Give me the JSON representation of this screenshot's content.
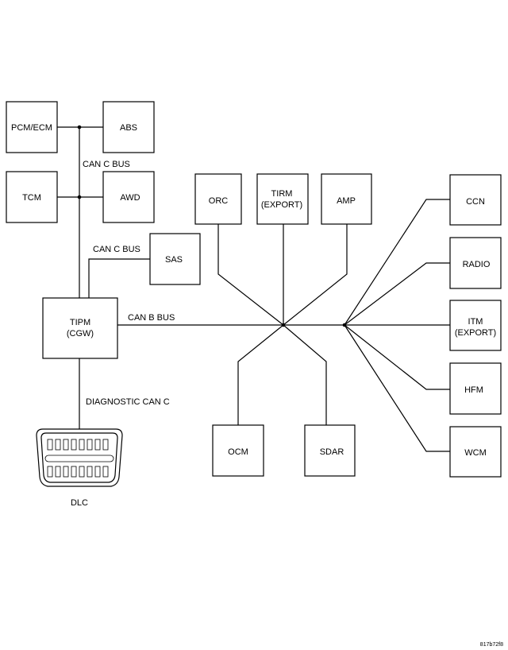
{
  "modules": {
    "pcm_ecm": "PCM/ECM",
    "abs": "ABS",
    "tcm": "TCM",
    "awd": "AWD",
    "sas": "SAS",
    "tipm_line1": "TIPM",
    "tipm_line2": "(CGW)",
    "orc": "ORC",
    "tirm_line1": "TIRM",
    "tirm_line2": "(EXPORT)",
    "amp": "AMP",
    "ccn": "CCN",
    "radio": "RADIO",
    "itm_line1": "ITM",
    "itm_line2": "(EXPORT)",
    "hfm": "HFM",
    "wcm": "WCM",
    "ocm": "OCM",
    "sdar": "SDAR",
    "dlc": "DLC"
  },
  "buses": {
    "can_c_upper": "CAN C BUS",
    "can_c_sas": "CAN C BUS",
    "can_b": "CAN B BUS",
    "diagnostic": "DIAGNOSTIC CAN C"
  },
  "reference_code": "817b72f8"
}
